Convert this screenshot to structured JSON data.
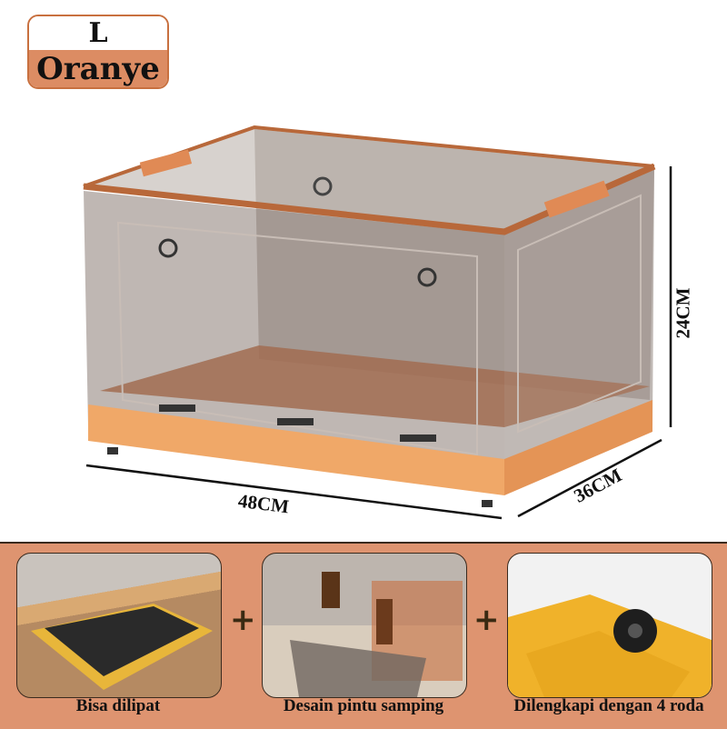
{
  "badge": {
    "size": "L",
    "color_name": "Oranye"
  },
  "dimensions": {
    "length": "48CM",
    "width": "36CM",
    "height": "24CM"
  },
  "features": [
    {
      "caption": "Bisa dilipat",
      "photo": "folded-box-under-bed"
    },
    {
      "caption": "Desain pintu samping",
      "photo": "side-door-open"
    },
    {
      "caption": "Dilengkapi dengan 4 roda",
      "photo": "wheel-closeup"
    }
  ],
  "plus_sign": "+",
  "colors": {
    "accent": "#de9470",
    "rim": "#c8703f",
    "box_tint": "#8a7a70",
    "base": "#f0a868"
  }
}
